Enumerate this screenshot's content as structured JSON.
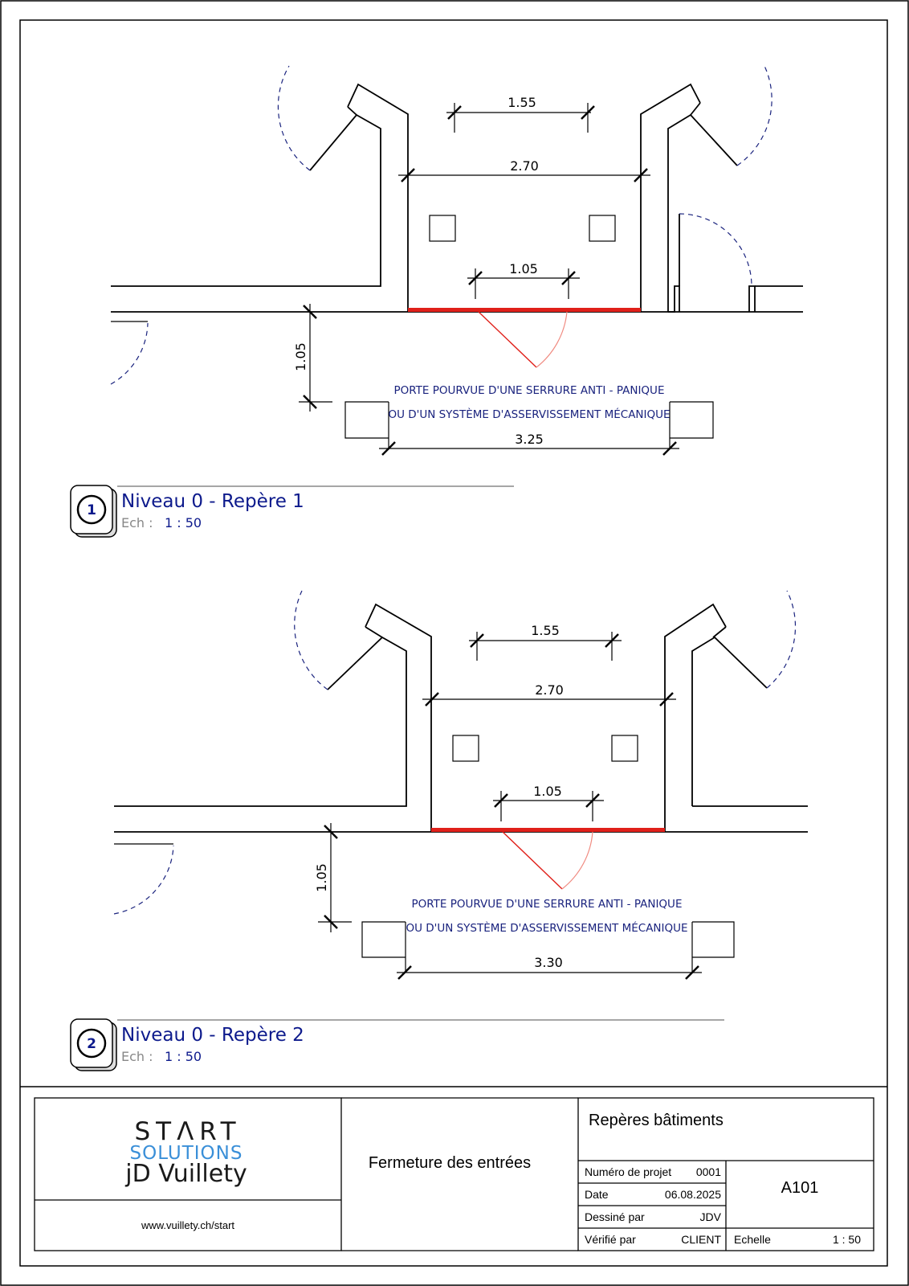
{
  "views": [
    {
      "number": "1",
      "title": "Niveau 0 - Repère 1",
      "scale_label": "Ech :",
      "scale_value": "1 : 50",
      "dims": {
        "top": "1.55",
        "width": "2.70",
        "door": "1.05",
        "depth": "1.05",
        "outer": "3.25"
      },
      "note_line1": "PORTE POURVUE D'UNE SERRURE ANTI - PANIQUE",
      "note_line2": "OU D'UN SYSTÈME D'ASSERVISSEMENT MÉCANIQUE"
    },
    {
      "number": "2",
      "title": "Niveau 0 - Repère 2",
      "scale_label": "Ech :",
      "scale_value": "1 : 50",
      "dims": {
        "top": "1.55",
        "width": "2.70",
        "door": "1.05",
        "depth": "1.05",
        "outer": "3.30"
      },
      "note_line1": "PORTE POURVUE D'UNE SERRURE ANTI - PANIQUE",
      "note_line2": "OU D'UN SYSTÈME D'ASSERVISSEMENT MÉCANIQUE"
    }
  ],
  "title_block": {
    "logo": {
      "line1": "STΛRT",
      "line2": "SOLUTIONS",
      "line3": "jD Vuillety"
    },
    "website": "www.vuillety.ch/start",
    "subject": "Fermeture des entrées",
    "sheet_title": "Repères bâtiments",
    "rows": [
      {
        "label": "Numéro de projet",
        "value": "0001"
      },
      {
        "label": "Date",
        "value": "06.08.2025"
      },
      {
        "label": "Dessiné par",
        "value": "JDV"
      },
      {
        "label": "Vérifié par",
        "value": "CLIENT"
      }
    ],
    "sheet_number": "A101",
    "scale_label": "Echelle",
    "scale_value": "1 : 50"
  },
  "colors": {
    "door_red": "#e0201a",
    "label_blue": "#0d1a8c",
    "swing_blue": "#1a237e",
    "logo_blue": "#3a8fd8"
  }
}
